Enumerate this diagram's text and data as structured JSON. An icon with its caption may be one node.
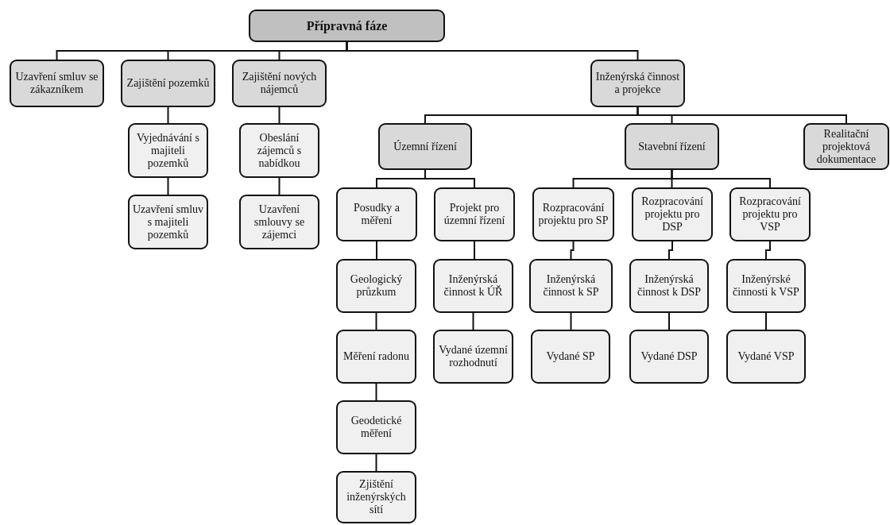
{
  "diagram": {
    "nodes": [
      {
        "text": [
          "Přípravná fáze"
        ]
      },
      {
        "text": [
          "Uzavření smluv se zákazníkem"
        ]
      },
      {
        "text": [
          "Zajištění pozemků"
        ]
      },
      {
        "text": [
          "Zajištění nových nájemců"
        ]
      },
      {
        "text": [
          "Inženýrská činnost a projekce"
        ]
      },
      {
        "text": [
          "Vyjednávání s majiteli pozemků"
        ]
      },
      {
        "text": [
          "Uzavření smluv s majiteli pozemků"
        ]
      },
      {
        "text": [
          "Obeslání zájemců s nabídkou"
        ]
      },
      {
        "text": [
          "Uzavření smlouvy se zájemci"
        ]
      },
      {
        "text": [
          "Územní řízení"
        ]
      },
      {
        "text": [
          "Stavební řízení"
        ]
      },
      {
        "text": [
          "Realitační projektová dokumentace"
        ]
      },
      {
        "text": [
          "Posudky a měření"
        ]
      },
      {
        "text": [
          "Projekt pro územní řízení"
        ]
      },
      {
        "text": [
          "Rozpracování projektu pro SP"
        ]
      },
      {
        "text": [
          "Rozpracování projektu pro DSP"
        ]
      },
      {
        "text": [
          "Rozpracování projektu pro VSP"
        ]
      },
      {
        "text": [
          "Geologický průzkum"
        ]
      },
      {
        "text": [
          "Inženýrská činnost k ÚŘ"
        ]
      },
      {
        "text": [
          "Inženýrská činnost k SP"
        ]
      },
      {
        "text": [
          "Inženýrská činnost k DSP"
        ]
      },
      {
        "text": [
          "Inženýrské činnosti k VSP"
        ]
      },
      {
        "text": [
          "Měření radonu"
        ]
      },
      {
        "text": [
          "Vydané územní rozhodnutí"
        ]
      },
      {
        "text": [
          "Vydané SP"
        ]
      },
      {
        "text": [
          "Vydané DSP"
        ]
      },
      {
        "text": [
          "Vydané VSP"
        ]
      },
      {
        "text": [
          "Geodetické měření"
        ]
      },
      {
        "text": [
          "Zjištění inženýrských sítí"
        ]
      }
    ],
    "edges": [
      {
        "from": 0,
        "to": 1,
        "arrow": "none"
      },
      {
        "from": 0,
        "to": 2,
        "arrow": "none"
      },
      {
        "from": 0,
        "to": 3,
        "arrow": "none"
      },
      {
        "from": 0,
        "to": 4,
        "arrow": "none"
      },
      {
        "from": 2,
        "to": 5,
        "arrow": "none"
      },
      {
        "from": 5,
        "to": 6,
        "arrow": "none"
      },
      {
        "from": 3,
        "to": 7,
        "arrow": "none"
      },
      {
        "from": 7,
        "to": 8,
        "arrow": "none"
      },
      {
        "from": 4,
        "to": 9,
        "arrow": "none"
      },
      {
        "from": 4,
        "to": 10,
        "arrow": "none"
      },
      {
        "from": 4,
        "to": 11,
        "arrow": "none"
      },
      {
        "from": 9,
        "to": 12,
        "arrow": "none"
      },
      {
        "from": 9,
        "to": 13,
        "arrow": "none"
      },
      {
        "from": 10,
        "to": 14,
        "arrow": "none"
      },
      {
        "from": 10,
        "to": 15,
        "arrow": "none"
      },
      {
        "from": 10,
        "to": 16,
        "arrow": "none"
      },
      {
        "from": 12,
        "to": 17,
        "arrow": "none"
      },
      {
        "from": 17,
        "to": 22,
        "arrow": "none"
      },
      {
        "from": 22,
        "to": 27,
        "arrow": "none"
      },
      {
        "from": 27,
        "to": 28,
        "arrow": "none"
      },
      {
        "from": 13,
        "to": 18,
        "arrow": "none"
      },
      {
        "from": 18,
        "to": 23,
        "arrow": "none"
      },
      {
        "from": 14,
        "to": 19,
        "arrow": "none"
      },
      {
        "from": 19,
        "to": 24,
        "arrow": "none"
      },
      {
        "from": 15,
        "to": 20,
        "arrow": "none"
      },
      {
        "from": 20,
        "to": 25,
        "arrow": "none"
      },
      {
        "from": 16,
        "to": 21,
        "arrow": "none"
      },
      {
        "from": 21,
        "to": 26,
        "arrow": "none"
      }
    ]
  }
}
